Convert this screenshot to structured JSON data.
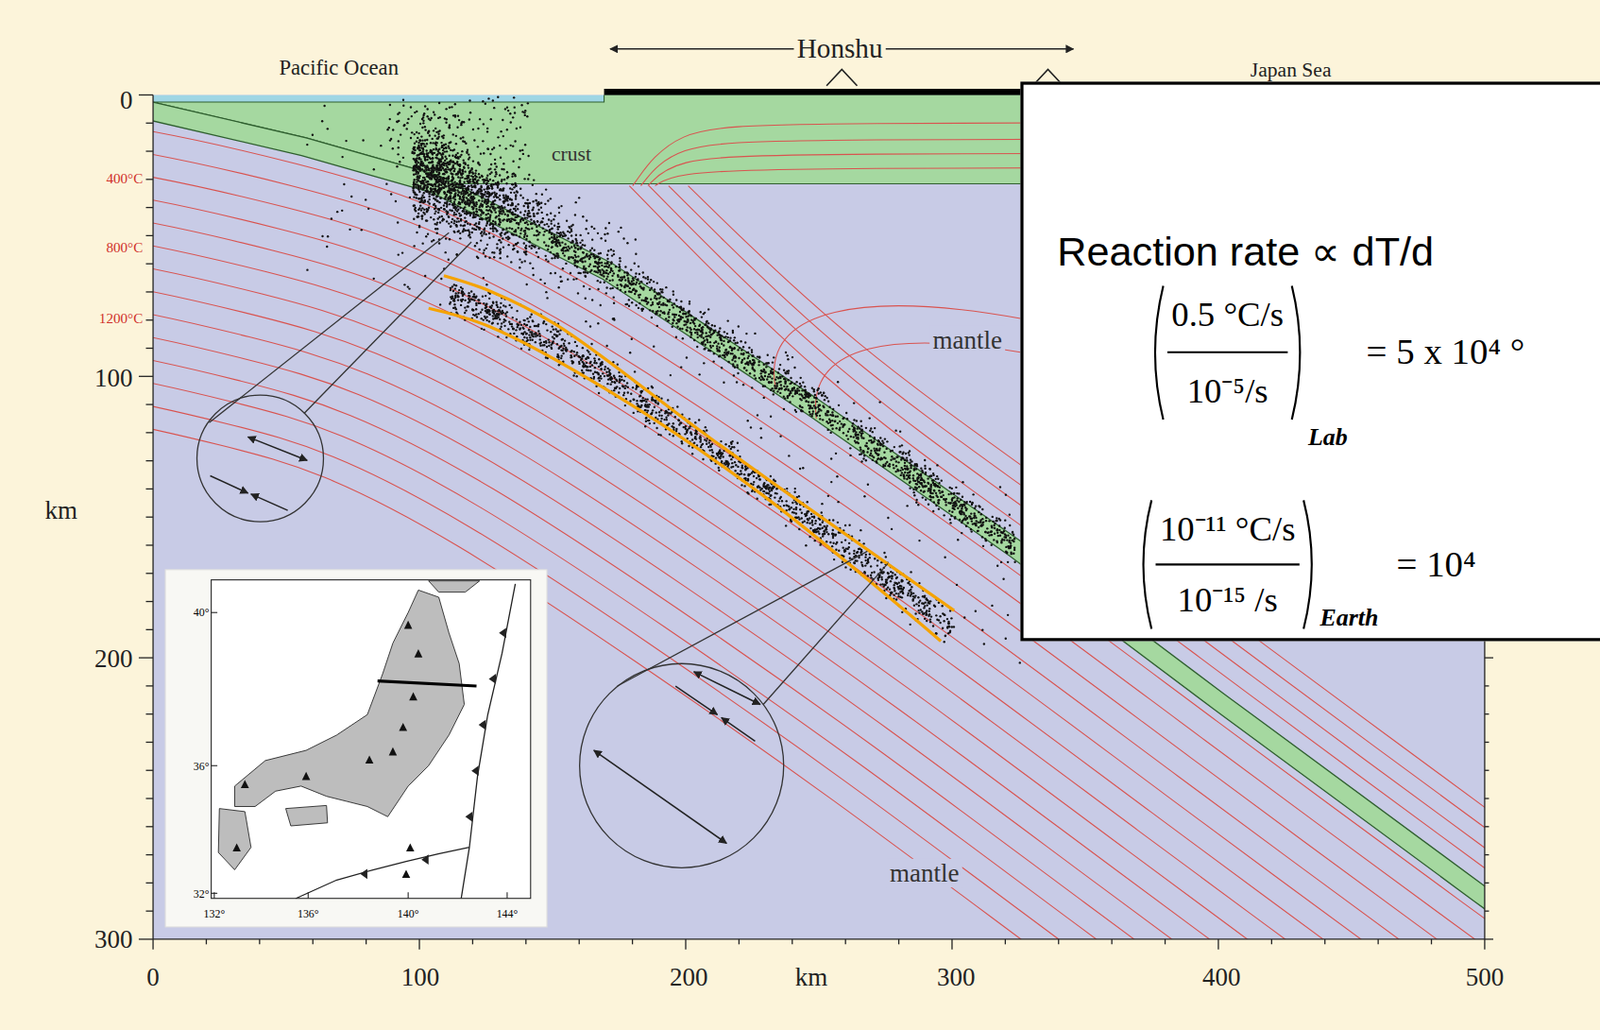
{
  "diagram": {
    "nodes": [
      {
        "text": [
          "Reaction rate ∝ dT/d",
          "0.5 °C/s",
          "10⁻⁵/s",
          "Lab",
          "= 5 x 10⁴ °",
          "10⁻¹¹ °C/s",
          "10⁻¹⁵ /s",
          "Earth",
          "= 10⁴"
        ]
      },
      {
        "text": [
          "40°",
          "36°",
          "32°",
          "132°",
          "136°",
          "140°",
          "144°"
        ]
      }
    ],
    "labels": [
      "Pacific Ocean",
      "Honshu",
      "Japan Sea",
      "crust",
      "mantle",
      "mantle",
      "400°C",
      "800°C",
      "1200°C",
      "0",
      "100",
      "km",
      "200",
      "300",
      "0",
      "100",
      "200",
      "km",
      "300",
      "400",
      "500"
    ]
  }
}
